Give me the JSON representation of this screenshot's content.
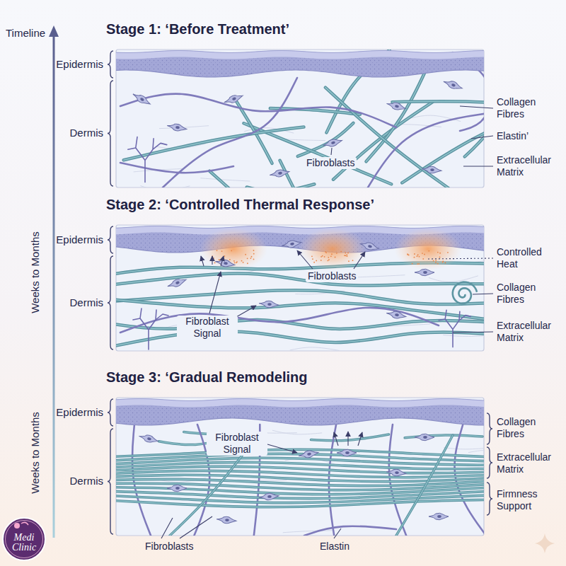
{
  "diagram": {
    "nodes": [
      {
        "text": [
          "Stage 1: ‘Before Treatment’"
        ]
      },
      {
        "text": [
          "Stage 2: ‘Controlled Thermal Response’"
        ]
      },
      {
        "text": [
          "Stage 3: ‘Gradual Remodeling"
        ]
      }
    ],
    "labels": [
      "Timeline",
      "Weeks to Months",
      "Epidermis",
      "Dermis",
      "Collagen Fibres",
      "Elastin’",
      "Fibroblasts",
      "Extracellular Matrix",
      "Epidermis",
      "Controlled Heat",
      "Fibroblasts",
      "Collagen Fibres",
      "Dermis",
      "Fibroblast Signal",
      "Extracellular Matrix",
      "Weeks to Months",
      "Epidermis",
      "Fibroblast Signal",
      "Collagen Fibres",
      "Dermis",
      "Extracellular Matrix",
      "Firmness Support",
      "Fibroblasts",
      "Elastin",
      "Medi Clinic"
    ]
  }
}
